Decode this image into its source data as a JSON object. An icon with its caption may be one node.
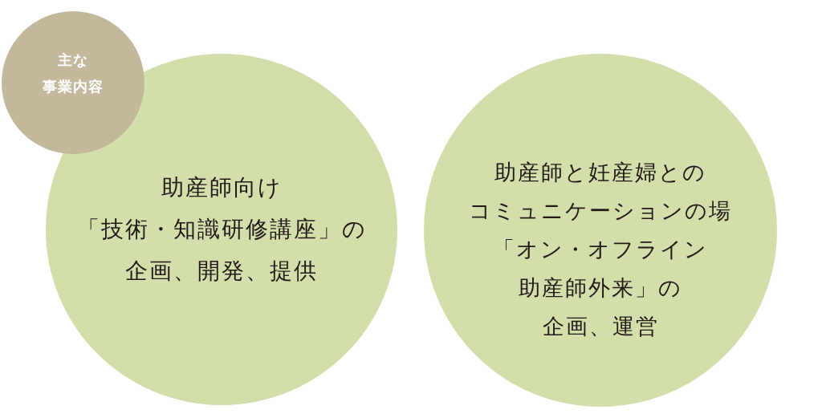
{
  "diagram": {
    "nodes": [
      {
        "text": [
          "主な事業内容"
        ]
      },
      {
        "text": [
          "助産師向け「技術・知識研修講座」の企画、開発、提供"
        ]
      },
      {
        "text": [
          "助産師と妊産婦とのコミュニケーションの場「オン・オフライン助産師外来」の企画、運営"
        ]
      }
    ]
  }
}
